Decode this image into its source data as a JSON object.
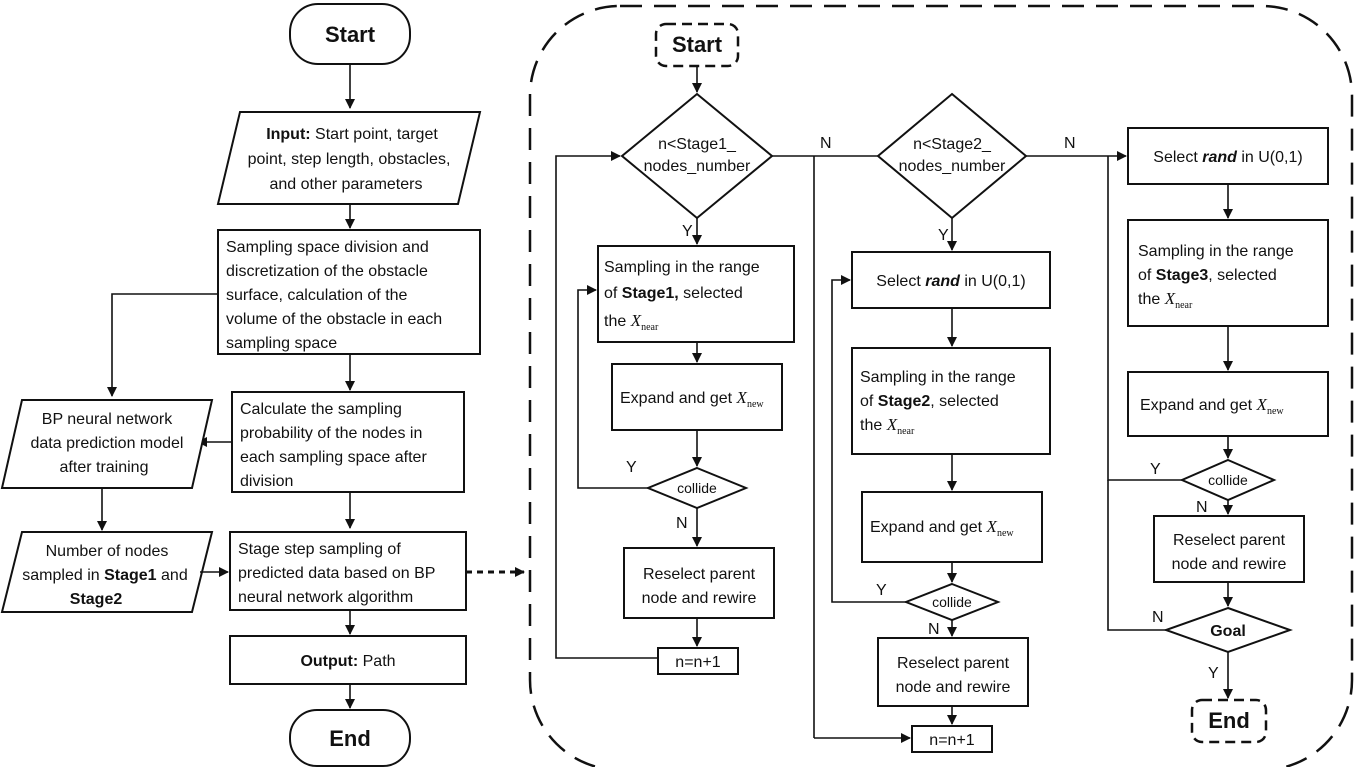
{
  "left": {
    "start": "Start",
    "input": {
      "bold": "Input:",
      "l1": " Start point, target",
      "l2": "point, step length, obstacles,",
      "l3": "and other parameters"
    },
    "division": {
      "l1": "Sampling space division and",
      "l2": "discretization of the obstacle",
      "l3": "surface, calculation  of the",
      "l4": "volume of the obstacle in each",
      "l5": "sampling space"
    },
    "calc": {
      "l1": "Calculate   the   sampling",
      "l2": "probability of the nodes in",
      "l3": "each sampling space after",
      "l4": "division"
    },
    "bp": {
      "l1": "BP neural network",
      "l2": "data prediction model",
      "l3": "after training"
    },
    "nodes": {
      "l1": "Number of nodes",
      "l2a": "sampled in ",
      "l2b": "Stage1",
      "l2c": " and",
      "l3": "Stage2"
    },
    "stage_step": {
      "l1": "Stage  step  sampling  of",
      "l2": "predicted data based on BP",
      "l3": "neural network algorithm"
    },
    "output": {
      "bold": "Output:",
      "rest": " Path"
    },
    "end": "End"
  },
  "right": {
    "start": "Start",
    "d1": {
      "l1": "n<Stage1_",
      "l2": "nodes_number"
    },
    "d2": {
      "l1": "n<Stage2_",
      "l2": "nodes_number"
    },
    "s1_sampling": {
      "l1": "Sampling in the range",
      "l2a": "of ",
      "l2b": "Stage1,",
      "l2c": " selected",
      "l3": "the ",
      "x": "X",
      "sub": "near"
    },
    "s1_expand": {
      "l1": "Expand and get ",
      "x": "X",
      "sub": "new"
    },
    "collide": "collide",
    "reselect": {
      "l1": "Reselect parent",
      "l2": "node and rewire"
    },
    "counter": "n=n+1",
    "select_rand": {
      "l1": "Select ",
      "rand": "rand",
      "l2": " in U(0,1)"
    },
    "s2_sampling": {
      "l1": "Sampling in the range",
      "l2a": "of ",
      "l2b": "Stage2",
      "l2c": ",  selected",
      "l3": "the ",
      "x": "X",
      "sub": "near"
    },
    "s3_sampling": {
      "l1": "Sampling in the range",
      "l2a": "of ",
      "l2b": "Stage3",
      "l2c": ",  selected",
      "l3": "the ",
      "x": "X",
      "sub": "near"
    },
    "goal": "Goal",
    "end": "End",
    "label_y": "Y",
    "label_n": "N"
  }
}
